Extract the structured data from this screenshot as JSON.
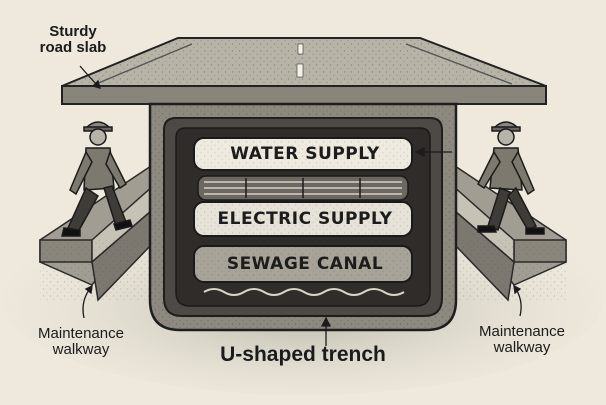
{
  "labels": {
    "road_slab": "Sturdy\nroad slab",
    "walkway_left": "Maintenance\nwalkway",
    "walkway_right": "Maintenance\nwalkway",
    "trench": "U-shaped trench"
  },
  "services": {
    "water": "WATER SUPPLY",
    "electric": "ELECTRIC SUPPLY",
    "sewage": "SEWAGE CANAL"
  }
}
